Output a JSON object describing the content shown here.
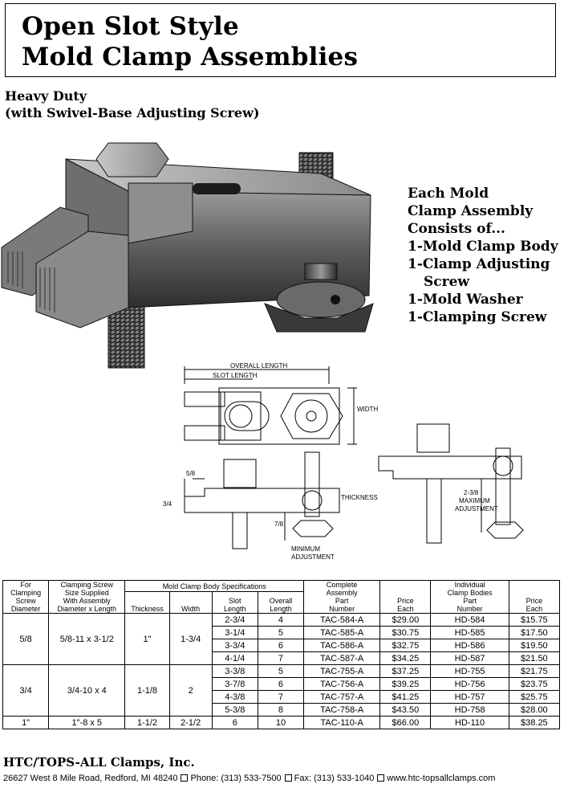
{
  "title": {
    "line1": "Open Slot Style",
    "line2": "Mold Clamp Assemblies"
  },
  "subtitle": {
    "line1": "Heavy Duty",
    "line2": "(with Swivel-Base Adjusting Screw)"
  },
  "components": {
    "heading1": "Each Mold",
    "heading2": "Clamp Assembly",
    "heading3": "Consists of...",
    "items": [
      "1-Mold Clamp Body",
      "1-Clamp Adjusting",
      "Screw",
      "1-Mold Washer",
      "1-Clamping Screw"
    ]
  },
  "diagram_labels": {
    "overall_length": "OVERALL LENGTH",
    "slot_length": "SLOT LENGTH",
    "width": "WIDTH",
    "dim_5_8": "5/8",
    "dim_3_4": "3/4",
    "thickness": "THICKNESS",
    "dim_7_8": "7/8",
    "min_adj_1": "MINIMUM",
    "min_adj_2": "ADJUSTMENT",
    "dim_2_3_8": "2-3/8",
    "max_adj_1": "MAXIMUM",
    "max_adj_2": "ADJUSTMENT"
  },
  "table": {
    "headers": {
      "diameter": [
        "For",
        "Clamping",
        "Screw",
        "Diameter"
      ],
      "screw_size": [
        "Clamping Screw",
        "Size Supplied",
        "With Assembly",
        "Diameter x Length"
      ],
      "body_specs": "Mold Clamp Body Specifications",
      "thickness": "Thickness",
      "width": "Width",
      "slot_length": [
        "Slot",
        "Length"
      ],
      "overall_length": [
        "Overall",
        "Length"
      ],
      "assembly_part": [
        "Complete",
        "Assembly",
        "Part",
        "Number"
      ],
      "price_each_1": [
        "Price",
        "Each"
      ],
      "body_part": [
        "Individual",
        "Clamp Bodies",
        "Part",
        "Number"
      ],
      "price_each_2": [
        "Price",
        "Each"
      ]
    },
    "groups": [
      {
        "diameter": "5/8",
        "screw_size": "5/8-11 x 3-1/2",
        "thickness": "1\"",
        "width": "1-3/4",
        "rows": [
          {
            "slot": "2-3/4",
            "overall": "4",
            "part": "TAC-584-A",
            "price": "$29.00",
            "body": "HD-584",
            "body_price": "$15.75"
          },
          {
            "slot": "3-1/4",
            "overall": "5",
            "part": "TAC-585-A",
            "price": "$30.75",
            "body": "HD-585",
            "body_price": "$17.50"
          },
          {
            "slot": "3-3/4",
            "overall": "6",
            "part": "TAC-586-A",
            "price": "$32.75",
            "body": "HD-586",
            "body_price": "$19.50"
          },
          {
            "slot": "4-1/4",
            "overall": "7",
            "part": "TAC-587-A",
            "price": "$34.25",
            "body": "HD-587",
            "body_price": "$21.50"
          }
        ]
      },
      {
        "diameter": "3/4",
        "screw_size": "3/4-10 x 4",
        "thickness": "1-1/8",
        "width": "2",
        "rows": [
          {
            "slot": "3-3/8",
            "overall": "5",
            "part": "TAC-755-A",
            "price": "$37.25",
            "body": "HD-755",
            "body_price": "$21.75"
          },
          {
            "slot": "3-7/8",
            "overall": "6",
            "part": "TAC-756-A",
            "price": "$39.25",
            "body": "HD-756",
            "body_price": "$23.75"
          },
          {
            "slot": "4-3/8",
            "overall": "7",
            "part": "TAC-757-A",
            "price": "$41.25",
            "body": "HD-757",
            "body_price": "$25.75"
          },
          {
            "slot": "5-3/8",
            "overall": "8",
            "part": "TAC-758-A",
            "price": "$43.50",
            "body": "HD-758",
            "body_price": "$28.00"
          }
        ]
      },
      {
        "diameter": "1\"",
        "screw_size": "1\"-8 x 5",
        "thickness": "1-1/2",
        "width": "2-1/2",
        "rows": [
          {
            "slot": "6",
            "overall": "10",
            "part": "TAC-110-A",
            "price": "$66.00",
            "body": "HD-110",
            "body_price": "$38.25"
          }
        ]
      }
    ]
  },
  "footer": {
    "company": "HTC/TOPS-ALL Clamps, Inc.",
    "address": "26627 West 8 Mile Road, Redford, MI 48240",
    "phone": "Phone: (313) 533-7500",
    "fax": "Fax: (313) 533-1040",
    "website": "www.htc-topsallclamps.com"
  }
}
